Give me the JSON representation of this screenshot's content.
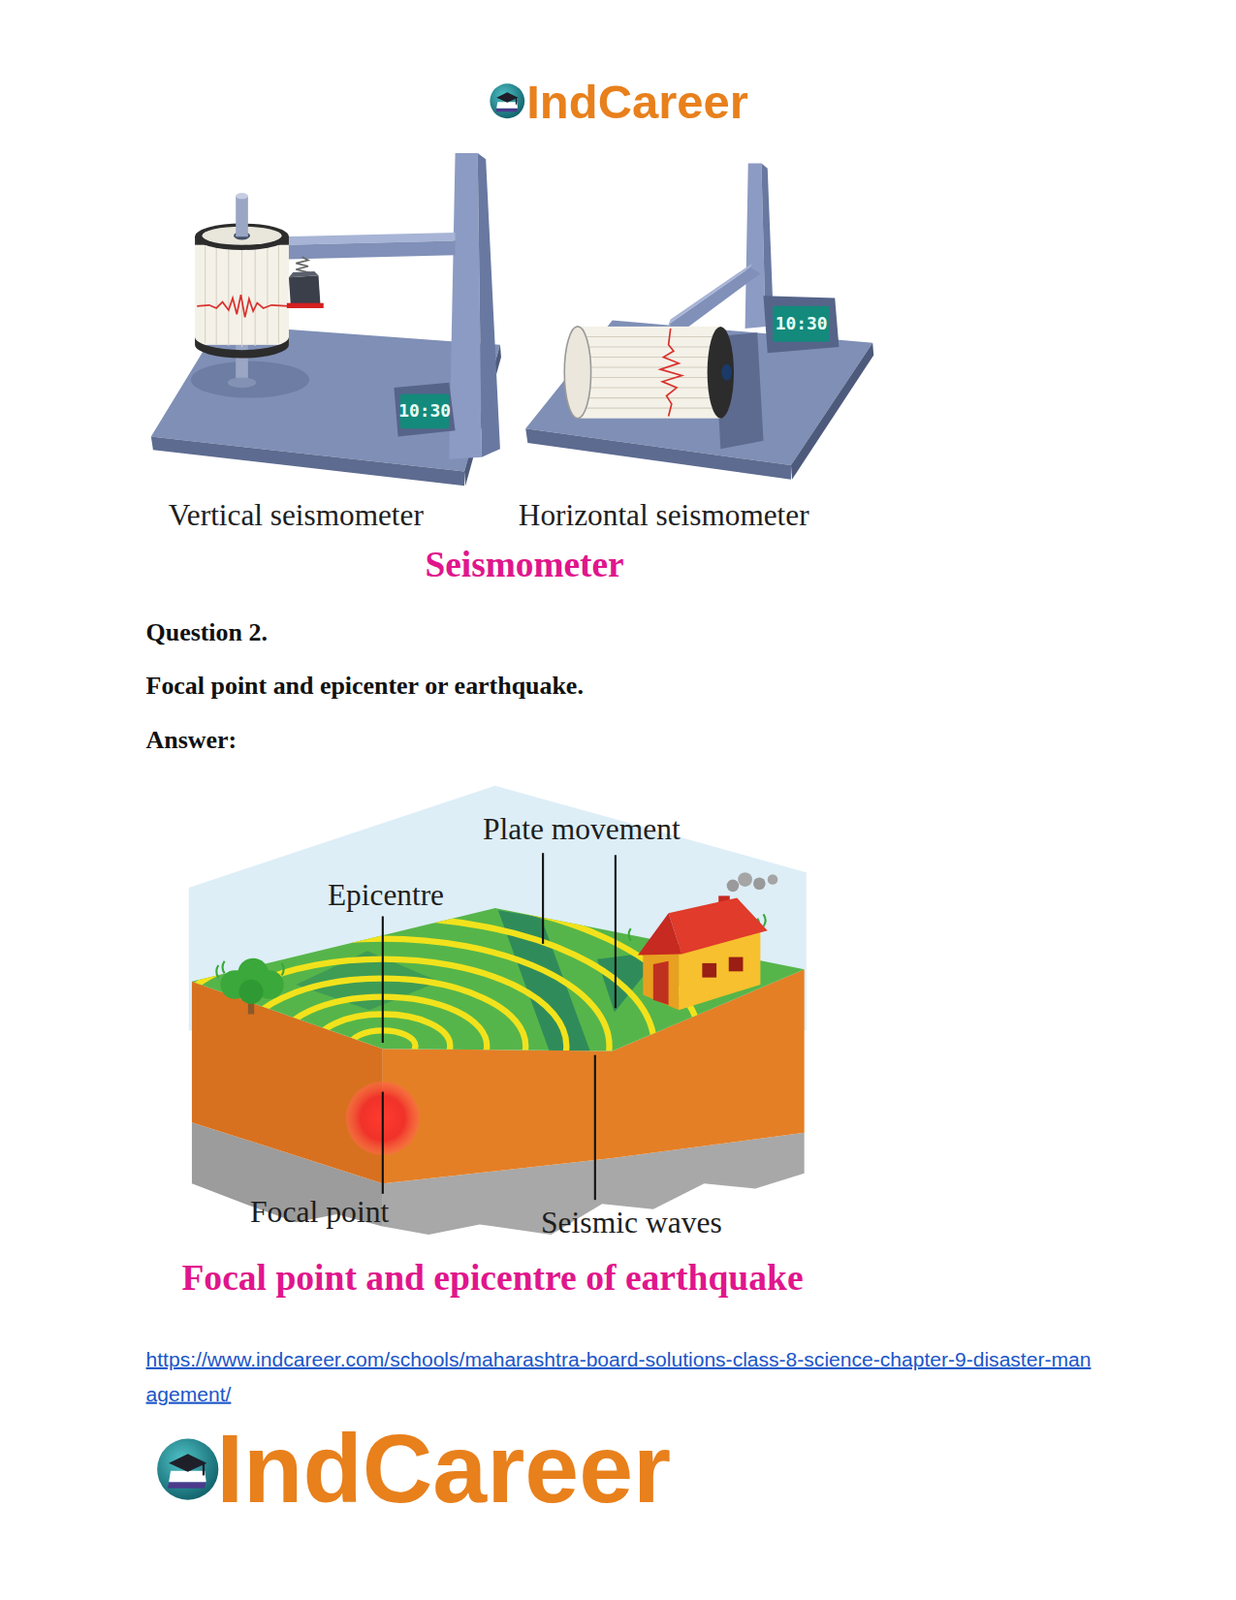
{
  "diagram": {
    "labels": [
      "IndCareer",
      "10:30",
      "10:30",
      "Vertical seismometer",
      "Horizontal seismometer",
      "Seismometer",
      "Question 2.",
      "Focal point and epicenter or earthquake.",
      "Answer:",
      "Plate movement",
      "Epicentre",
      "Focal point",
      "Seismic waves",
      "Focal point and epicentre of earthquake",
      "https://www.indcareer.com/schools/maharashtra-board-solutions-class-8-science-chapter-9-disaster-management/",
      "IndCareer"
    ]
  }
}
